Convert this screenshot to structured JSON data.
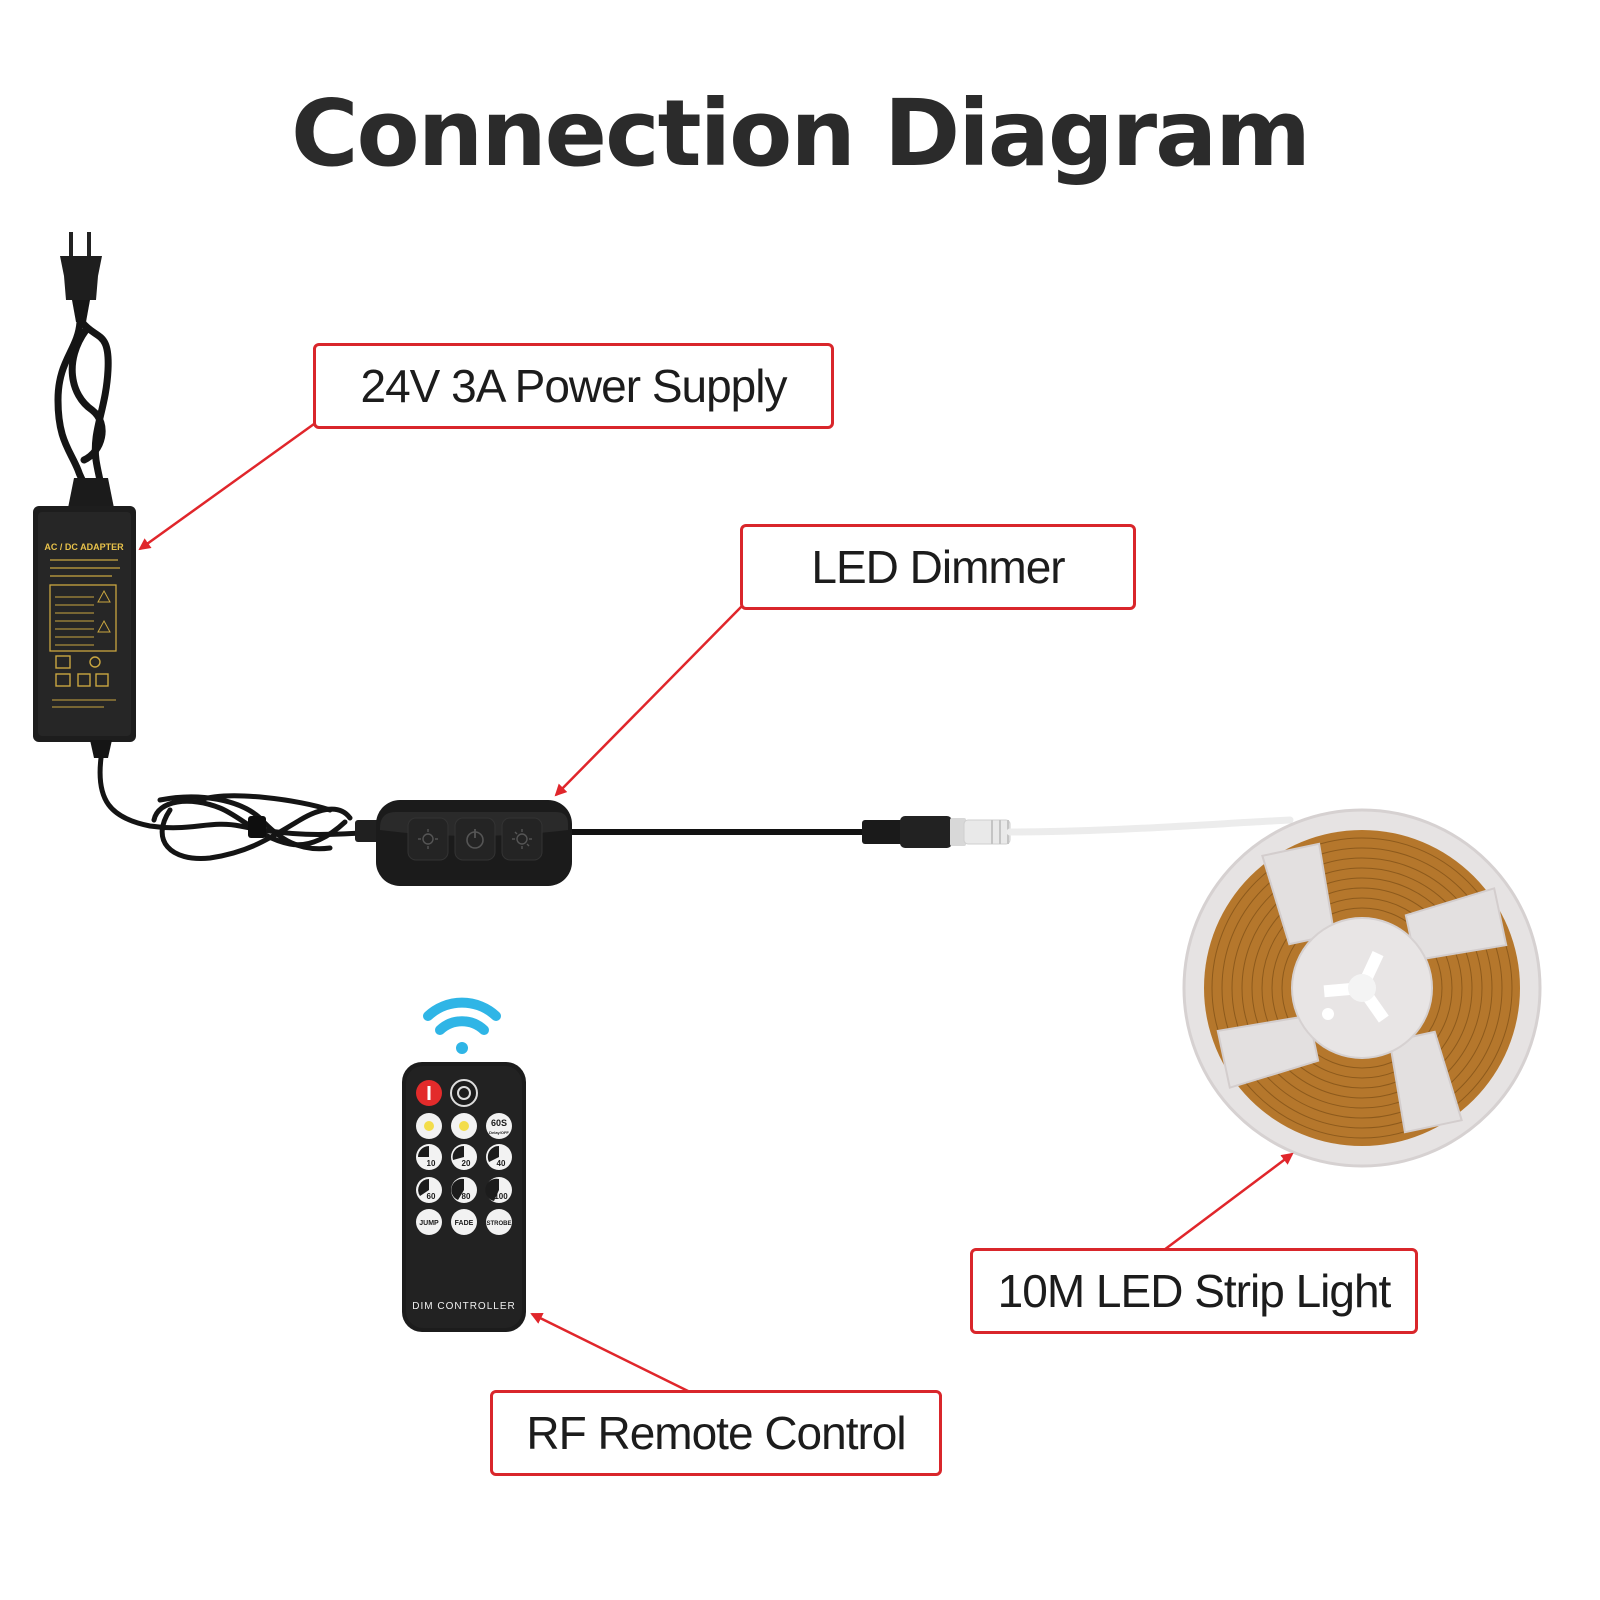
{
  "title": "Connection Diagram",
  "labels": {
    "power_supply": "24V 3A Power Supply",
    "dimmer": "LED Dimmer",
    "strip": "10M LED Strip Light",
    "remote": "RF Remote Control"
  },
  "remote": {
    "caption": "DIM CONTROLLER",
    "buttons": {
      "timer": "60S",
      "timer_sub": "Delay/OFF",
      "b10": "10",
      "b20": "20",
      "b40": "40",
      "b60": "60",
      "b80": "80",
      "b100": "100",
      "jump": "JUMP",
      "fade": "FADE",
      "strobe": "STROBE"
    }
  },
  "adapter": {
    "heading": "AC / DC ADAPTER"
  },
  "colors": {
    "label_border": "#d9262b",
    "arrow": "#e0262b",
    "title": "#2b2b2b",
    "device": "#1d1d1d",
    "strip_led": "#b5772c",
    "reel": "#e6e3e3",
    "wifi": "#2fb5e6"
  }
}
